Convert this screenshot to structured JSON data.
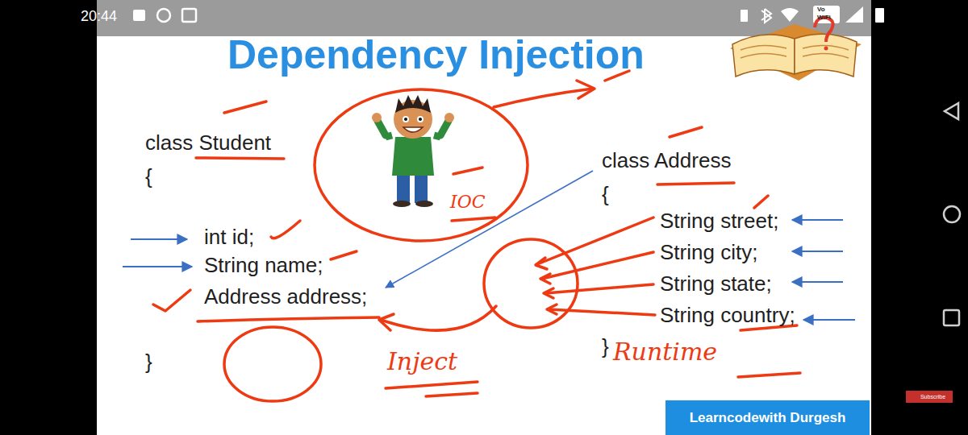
{
  "diagram": {
    "title": "Dependency Injection",
    "nodes": [
      {
        "text": [
          "Learncodewith Durgesh"
        ]
      },
      {
        "text": [
          "Subscribe"
        ]
      }
    ],
    "labels": [
      "20:44",
      "Vo",
      "WiFi",
      "class Student",
      "{",
      "int id;",
      "String name;",
      "Address address;",
      "}",
      "IOC",
      "class Address",
      "{",
      "String street;",
      "String city;",
      "String state;",
      "String country;",
      "}",
      "Inject",
      "Runtime"
    ]
  }
}
